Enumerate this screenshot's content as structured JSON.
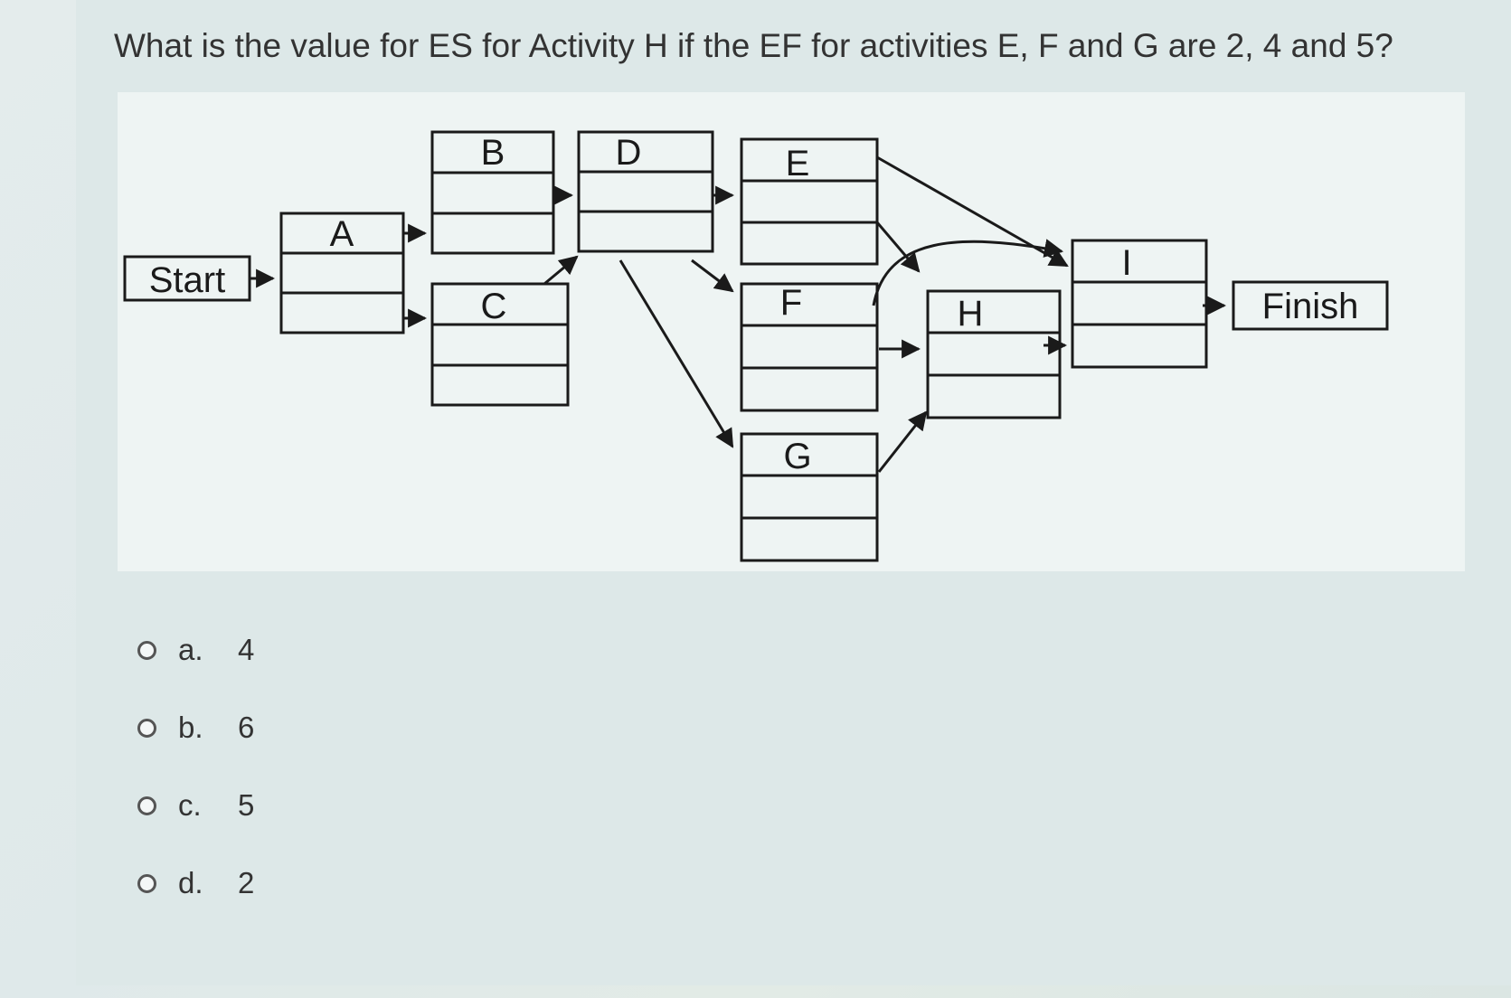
{
  "question": "What is the value for ES for Activity H if the EF for activities E, F and G are 2, 4 and 5?",
  "diagram": {
    "start_label": "Start",
    "finish_label": "Finish",
    "activities": [
      "A",
      "B",
      "C",
      "D",
      "E",
      "F",
      "G",
      "H",
      "I"
    ]
  },
  "options": [
    {
      "letter": "a.",
      "value": "4"
    },
    {
      "letter": "b.",
      "value": "6"
    },
    {
      "letter": "c.",
      "value": "5"
    },
    {
      "letter": "d.",
      "value": "2"
    }
  ],
  "colors": {
    "line": "#1a1a1a",
    "text": "#333333"
  }
}
